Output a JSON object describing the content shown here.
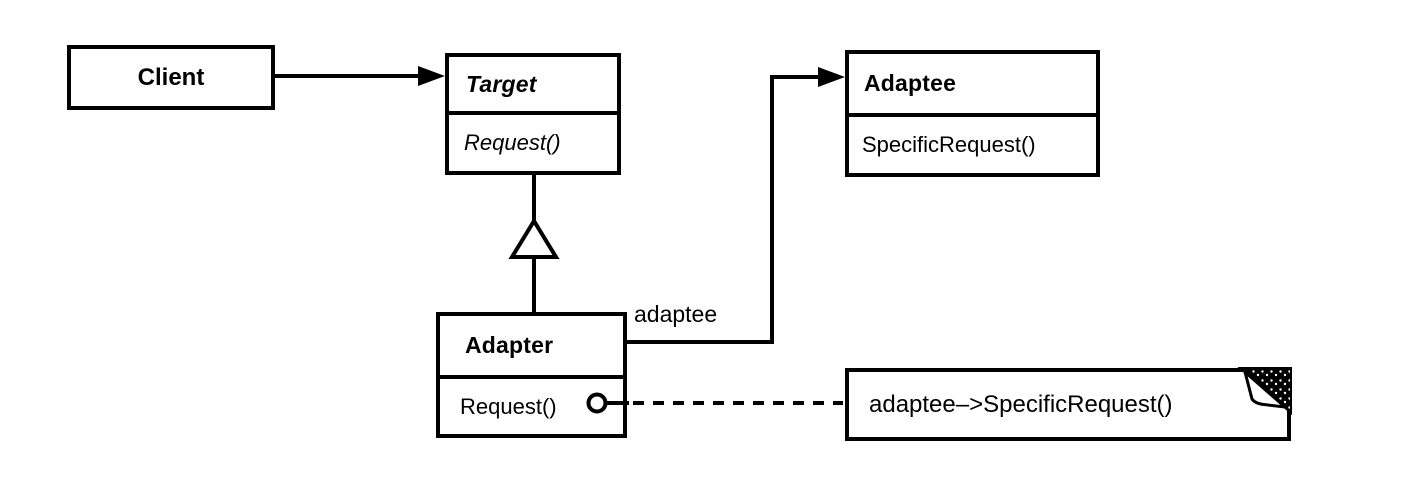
{
  "colors": {
    "ink": "#000000",
    "paper": "#ffffff"
  },
  "classes": {
    "client": {
      "name": "Client"
    },
    "target": {
      "name": "Target",
      "method": "Request()"
    },
    "adaptee": {
      "name": "Adaptee",
      "method": "SpecificRequest()"
    },
    "adapter": {
      "name": "Adapter",
      "method": "Request()"
    }
  },
  "association_label": "adaptee",
  "note": {
    "text": "adaptee–>SpecificRequest()"
  },
  "icons": {
    "generalization": "hollow-triangle-arrow",
    "association": "filled-arrow",
    "note_connector": "circle-with-dashed-line",
    "note_corner": "dog-ear-fold"
  }
}
